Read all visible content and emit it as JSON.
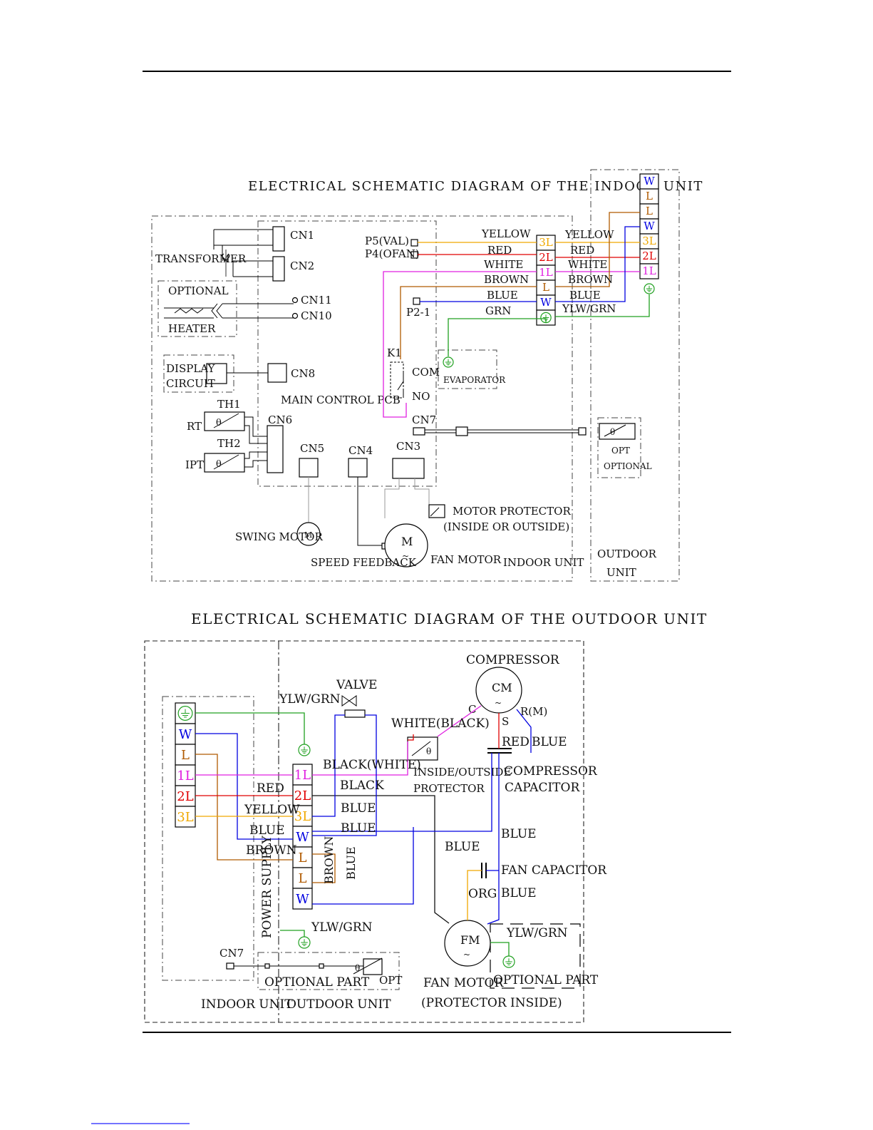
{
  "colors": {
    "yellow": "#f0a800",
    "red": "#e00000",
    "white": "#e020e0",
    "brown": "#b05a00",
    "blue": "#0000e0",
    "green": "#20a020",
    "black": "#111111"
  },
  "indoor": {
    "title": "ELECTRICAL SCHEMATIC DIAGRAM OF THE INDOOR UNIT",
    "cn1": "CN1",
    "cn2": "CN2",
    "cn3": "CN3",
    "cn4": "CN4",
    "cn5": "CN5",
    "cn6": "CN6",
    "cn7": "CN7",
    "cn8": "CN8",
    "cn10": "CN10",
    "cn11": "CN11",
    "transformer": "TRANSFORMER",
    "heater_top": "OPTIONAL",
    "heater_bottom": "HEATER",
    "display_1": "DISPLAY",
    "display_2": "CIRCUIT",
    "main_pcb": "MAIN CONTROL PCB",
    "th1": "TH1",
    "th2": "TH2",
    "rt": "RT",
    "ipt": "IPT",
    "p5": "P5(VAL)",
    "p4": "P4(OFAN)",
    "p2": "P2-1",
    "k1": "K1",
    "com": "COM",
    "no": "NO",
    "evaporator": "EVAPORATOR",
    "opt": "OPT",
    "optional": "OPTIONAL",
    "motor_protector_1": "MOTOR PROTECTOR",
    "motor_protector_2": "(INSIDE OR OUTSIDE)",
    "swing_motor": "SWING MOTOR",
    "speed_feedback": "SPEED FEEDBACK",
    "fan_motor": "FAN MOTOR",
    "indoor_unit": "INDOOR UNIT",
    "outdoor_unit_1": "OUTDOOR",
    "outdoor_unit_2": "UNIT",
    "m_label": "M",
    "swing_m": "M",
    "wires_left": [
      "YELLOW",
      "RED",
      "WHITE",
      "BROWN",
      "BLUE",
      "GRN"
    ],
    "wires_right": [
      "YELLOW",
      "RED",
      "WHITE",
      "BROWN",
      "BLUE",
      "YLW/GRN"
    ],
    "terminal_a": [
      "3L",
      "2L",
      "1L",
      "L",
      "W"
    ],
    "terminal_b": [
      "W",
      "L",
      "L",
      "W",
      "3L",
      "2L",
      "1L"
    ]
  },
  "outdoor": {
    "title": "ELECTRICAL SCHEMATIC DIAGRAM OF THE OUTDOOR UNIT",
    "compressor": "COMPRESSOR",
    "cm": "CM",
    "c": "C",
    "s": "S",
    "r": "R(M)",
    "valve": "VALVE",
    "ylw_grn_top": "YLW/GRN",
    "white_black": "WHITE(BLACK)",
    "black_white": "BLACK(WHITE)",
    "red_top": "RED",
    "blue_top": "BLUE",
    "protector_1": "INSIDE/OUTSIDE",
    "protector_2": "PROTECTOR",
    "comp_cap_1": "COMPRESSOR",
    "comp_cap_2": "CAPACITOR",
    "red_l": "RED",
    "yellow_l": "YELLOW",
    "blue_l": "BLUE",
    "brown_l": "BROWN",
    "black_r": "BLACK",
    "blue_r1": "BLUE",
    "blue_r2": "BLUE",
    "brown_v": "BROWN",
    "blue_v": "BLUE",
    "blue_mid": "BLUE",
    "blue_cap": "BLUE",
    "fan_capacitor": "FAN CAPACITOR",
    "org": "ORG",
    "blue_fan": "BLUE",
    "power_supply": "POWER SUPPLY",
    "ylw_grn_mid": "YLW/GRN",
    "ylw_grn_fan": "YLW/GRN",
    "fm": "FM",
    "cn7": "CN7",
    "optional_part_l": "OPTIONAL PART",
    "opt": "OPT",
    "optional_part_r": "OPTIONAL PART",
    "fan_motor_1": "FAN MOTOR",
    "fan_motor_2": "(PROTECTOR INSIDE)",
    "indoor_unit": "INDOOR UNIT",
    "outdoor_unit": "OUTDOOR UNIT",
    "terminal_left": [
      "W",
      "L",
      "1L",
      "2L",
      "3L"
    ],
    "terminal_right": [
      "1L",
      "2L",
      "3L",
      "W",
      "L",
      "L",
      "W"
    ]
  }
}
